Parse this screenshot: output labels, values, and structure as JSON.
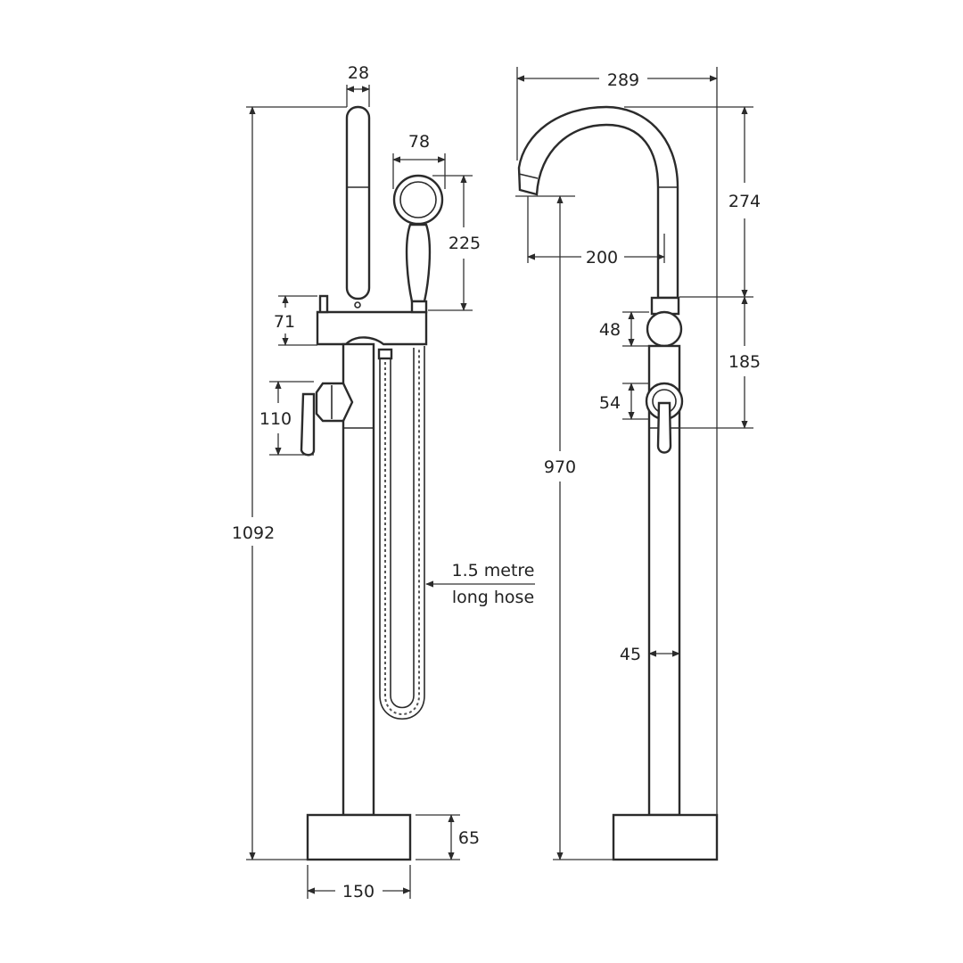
{
  "dimensions": {
    "top_width_28": "28",
    "handset_width_78": "78",
    "handset_height_225": "225",
    "body_height_71": "71",
    "lever_height_110": "110",
    "overall_height_1092": "1092",
    "hose_label_line1": "1.5 metre",
    "hose_label_line2": "long hose",
    "base_height_65": "65",
    "base_width_150": "150",
    "spout_reach_289": "289",
    "spout_height_274": "274",
    "spout_projection_200": "200",
    "knob_48": "48",
    "mixer_spacing_185": "185",
    "lever_54": "54",
    "spout_outlet_height_970": "970",
    "column_45": "45"
  },
  "colors": {
    "line": "#2b2b2b",
    "text": "#222222",
    "background": "#ffffff"
  }
}
